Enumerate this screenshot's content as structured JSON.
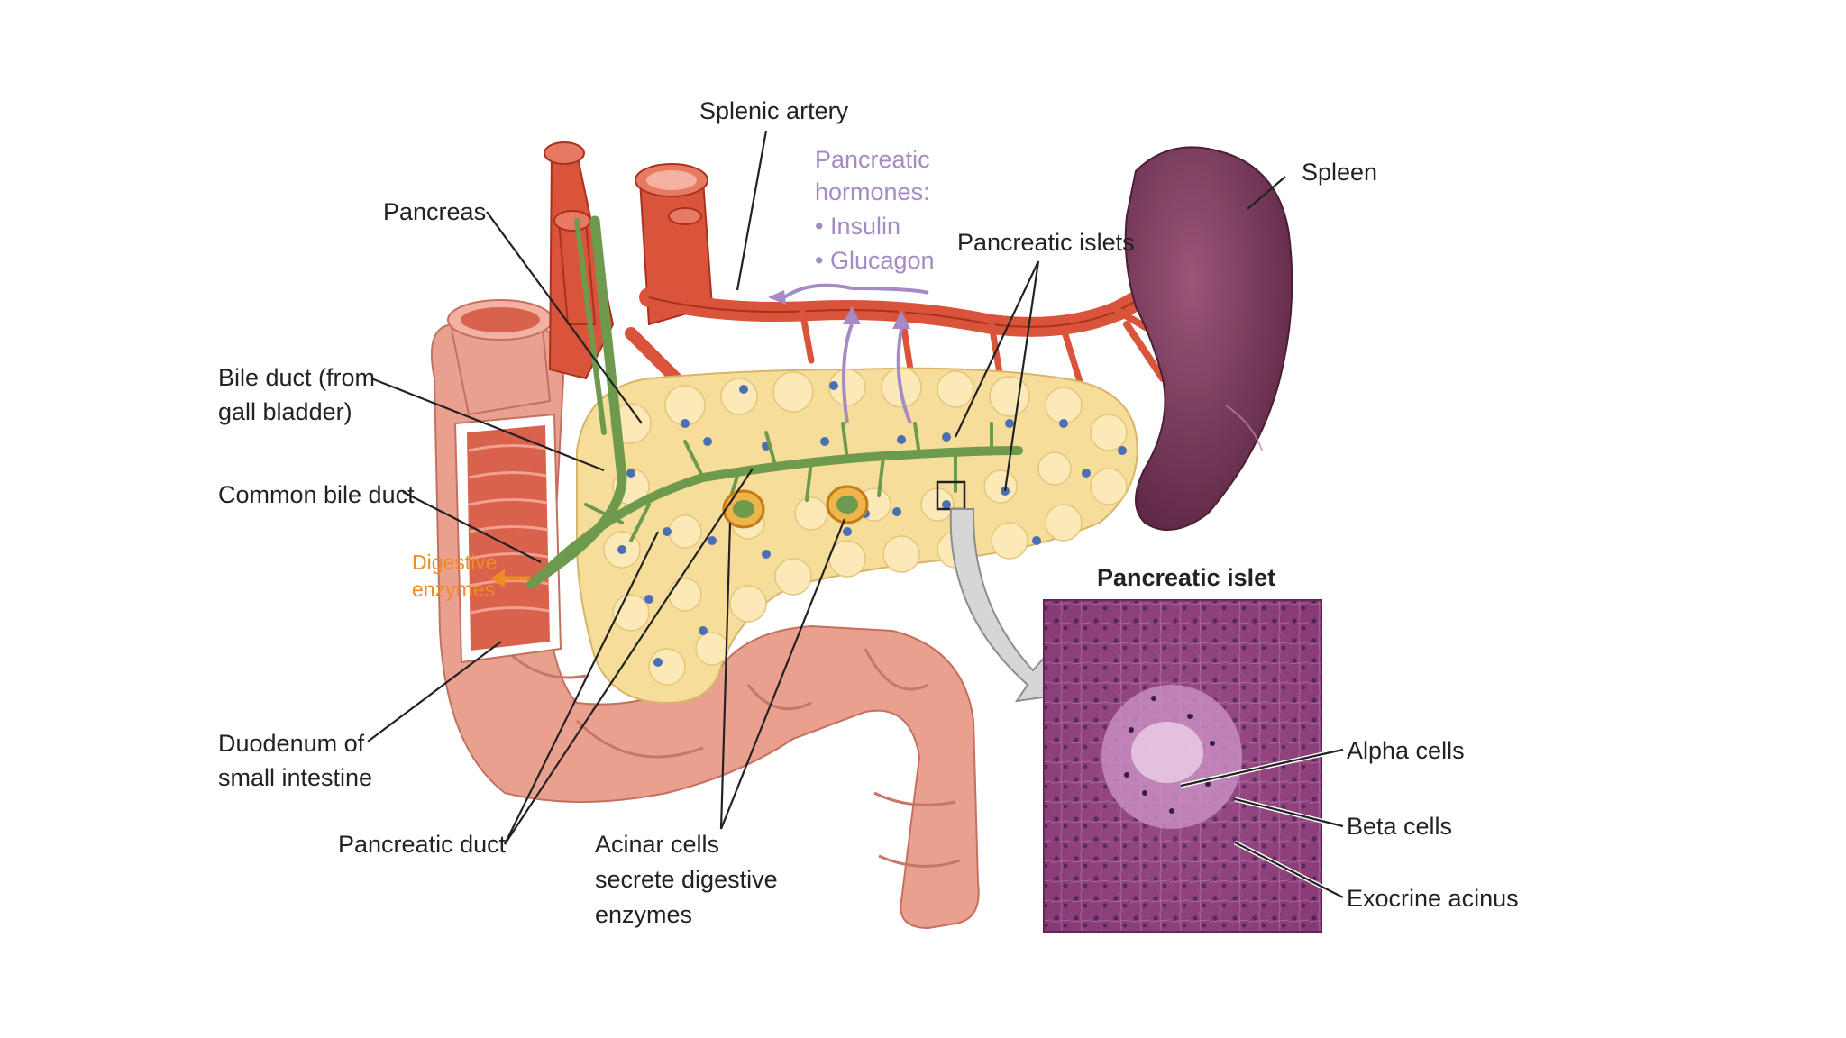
{
  "labels": {
    "splenic_artery": "Splenic artery",
    "pancreatic_hormones": "Pancreatic",
    "pancreatic_hormones_2": "hormones:",
    "insulin": "• Insulin",
    "glucagon": "• Glucagon",
    "pancreas": "Pancreas",
    "pancreatic_islets": "Pancreatic islets",
    "spleen": "Spleen",
    "bile_duct_1": "Bile duct (from",
    "bile_duct_2": "gall bladder)",
    "common_bile_duct": "Common bile duct",
    "digestive_enzymes_1": "Digestive",
    "digestive_enzymes_2": "enzymes",
    "duodenum_1": "Duodenum of",
    "duodenum_2": "small intestine",
    "pancreatic_duct": "Pancreatic duct",
    "acinar_1": "Acinar cells",
    "acinar_2": "secrete digestive",
    "acinar_3": "enzymes",
    "inset_title": "Pancreatic islet",
    "alpha_cells": "Alpha cells",
    "beta_cells": "Beta cells",
    "exocrine_acinus": "Exocrine acinus"
  },
  "colors": {
    "artery": "#d9543a",
    "artery_dark": "#b83a26",
    "bile_duct": "#6e9a4e",
    "pancreas": "#f7dd9a",
    "pancreas_lobule": "#fbeab8",
    "islet": "#4b6fb5",
    "duodenum": "#eaa08f",
    "duodenum_inner": "#d9624d",
    "spleen": "#7b3a5c",
    "hormone_label": "#a48bc4",
    "enzyme_label": "#f08a24",
    "histology": "#8e3f7a"
  }
}
